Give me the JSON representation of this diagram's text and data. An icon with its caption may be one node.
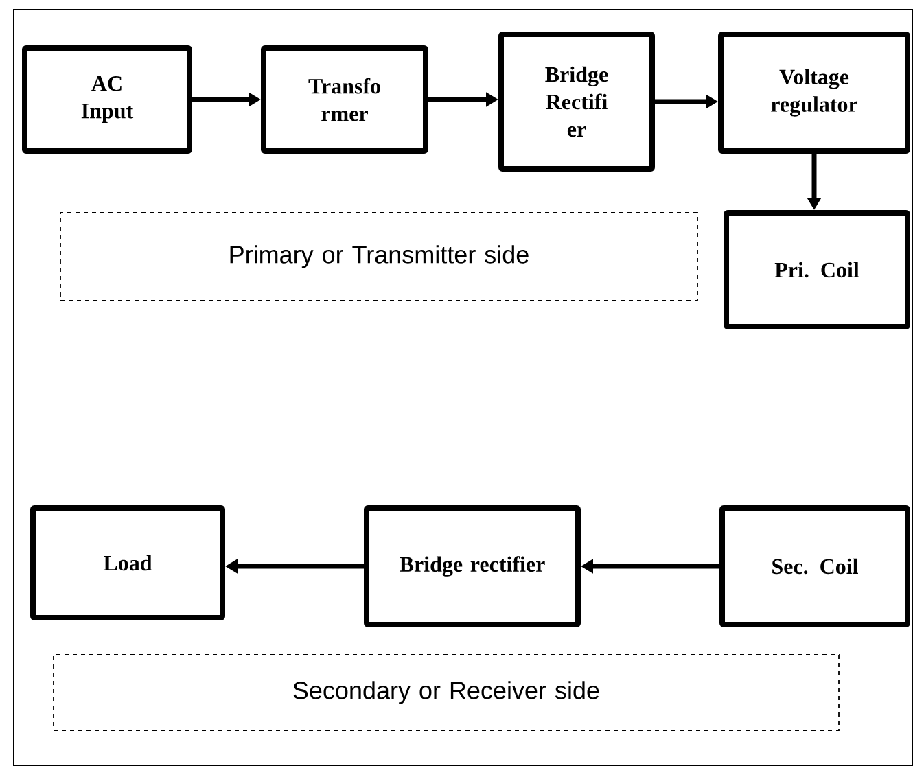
{
  "diagram": {
    "nodes": [
      {
        "text": [
          "AC Input"
        ]
      },
      {
        "text": [
          "Transfo rmer"
        ]
      },
      {
        "text": [
          "Bridge Rectifi er"
        ]
      },
      {
        "text": [
          "Voltage regulator"
        ]
      },
      {
        "text": [
          "Primary or Transmitter side"
        ]
      },
      {
        "text": [
          "Pri. Coil"
        ]
      },
      {
        "text": [
          "Load"
        ]
      },
      {
        "text": [
          "Bridge rectifier"
        ]
      },
      {
        "text": [
          "Sec. Coil"
        ]
      },
      {
        "text": [
          "Secondary or Receiver side"
        ]
      }
    ],
    "edges": [
      {
        "from": 0,
        "to": 1,
        "arrow": "to"
      },
      {
        "from": 1,
        "to": 2,
        "arrow": "to"
      },
      {
        "from": 2,
        "to": 3,
        "arrow": "to"
      },
      {
        "from": 3,
        "to": 5,
        "arrow": "to"
      },
      {
        "from": 8,
        "to": 7,
        "arrow": "to"
      },
      {
        "from": 7,
        "to": 6,
        "arrow": "to"
      }
    ]
  }
}
